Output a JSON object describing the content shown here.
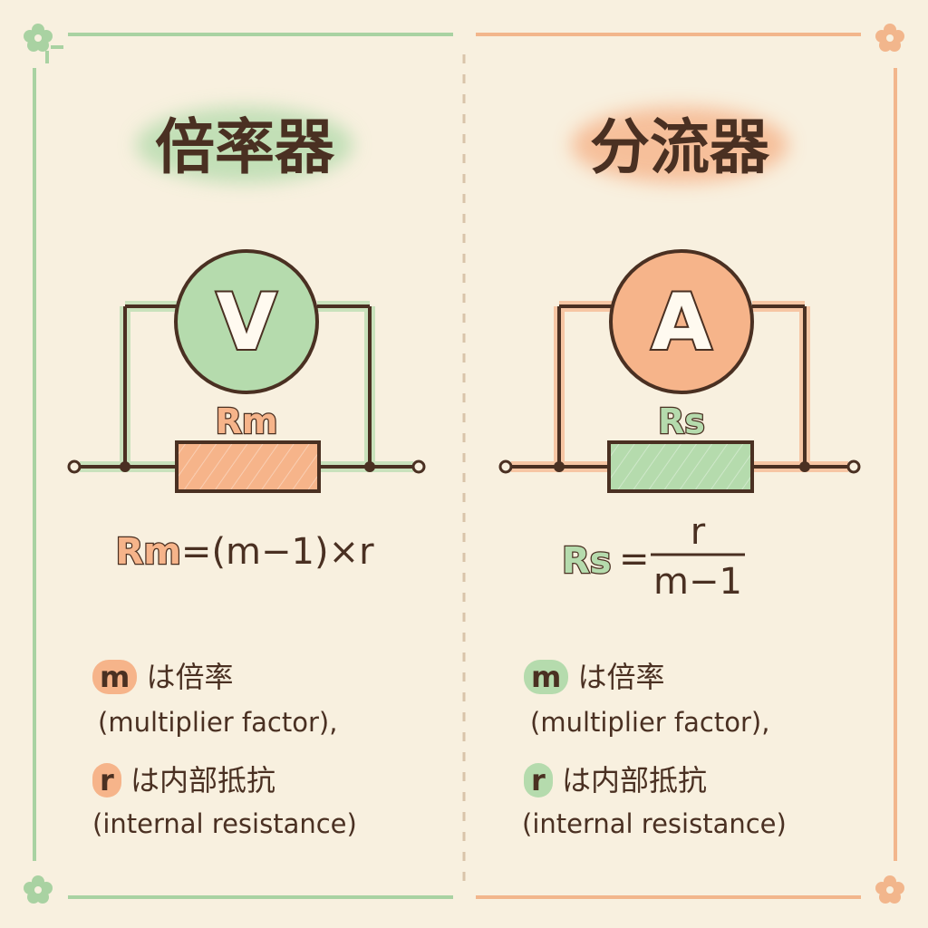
{
  "colors": {
    "green": "#b5dbad",
    "orange": "#f6b48a",
    "ink": "#4a3022",
    "background": "#f8f0df"
  },
  "left": {
    "title": "倍率器",
    "meter_symbol": "V",
    "resistor_label": "Rm",
    "formula": {
      "lhs": "Rm",
      "rhs": "=(m−1)×r"
    },
    "notes": [
      {
        "var": "m",
        "text": "は倍率"
      },
      {
        "text": "(multiplier factor),"
      },
      {
        "var": "r",
        "text": "は内部抵抗"
      },
      {
        "text": "(internal resistance)"
      }
    ]
  },
  "right": {
    "title": "分流器",
    "meter_symbol": "A",
    "resistor_label": "Rs",
    "formula": {
      "lhs": "Rs",
      "eq": "=",
      "numerator": "r",
      "denominator": "m−1"
    },
    "notes": [
      {
        "var": "m",
        "text": "は倍率"
      },
      {
        "text": "(multiplier factor),"
      },
      {
        "var": "r",
        "text": "は内部抵抗"
      },
      {
        "text": "(internal resistance)"
      }
    ]
  }
}
